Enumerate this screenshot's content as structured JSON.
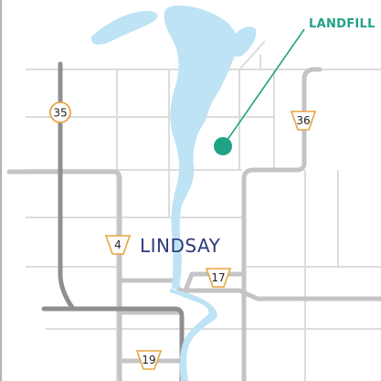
{
  "map": {
    "landfill_label": "LANDFILL",
    "town_label": "LINDSAY",
    "routes": {
      "r35": "35",
      "r36": "36",
      "r4": "4",
      "r17": "17",
      "r19": "19"
    },
    "colors": {
      "water": "#bde3f5",
      "minor_road": "#dcdcdc",
      "major_road": "#c4c4c4",
      "main_road": "#8f8f8f",
      "landfill_marker": "#1fa386",
      "town_label": "#2d3a7a",
      "shield_state": "#e8a440",
      "shield_county": "#e8a440"
    }
  }
}
